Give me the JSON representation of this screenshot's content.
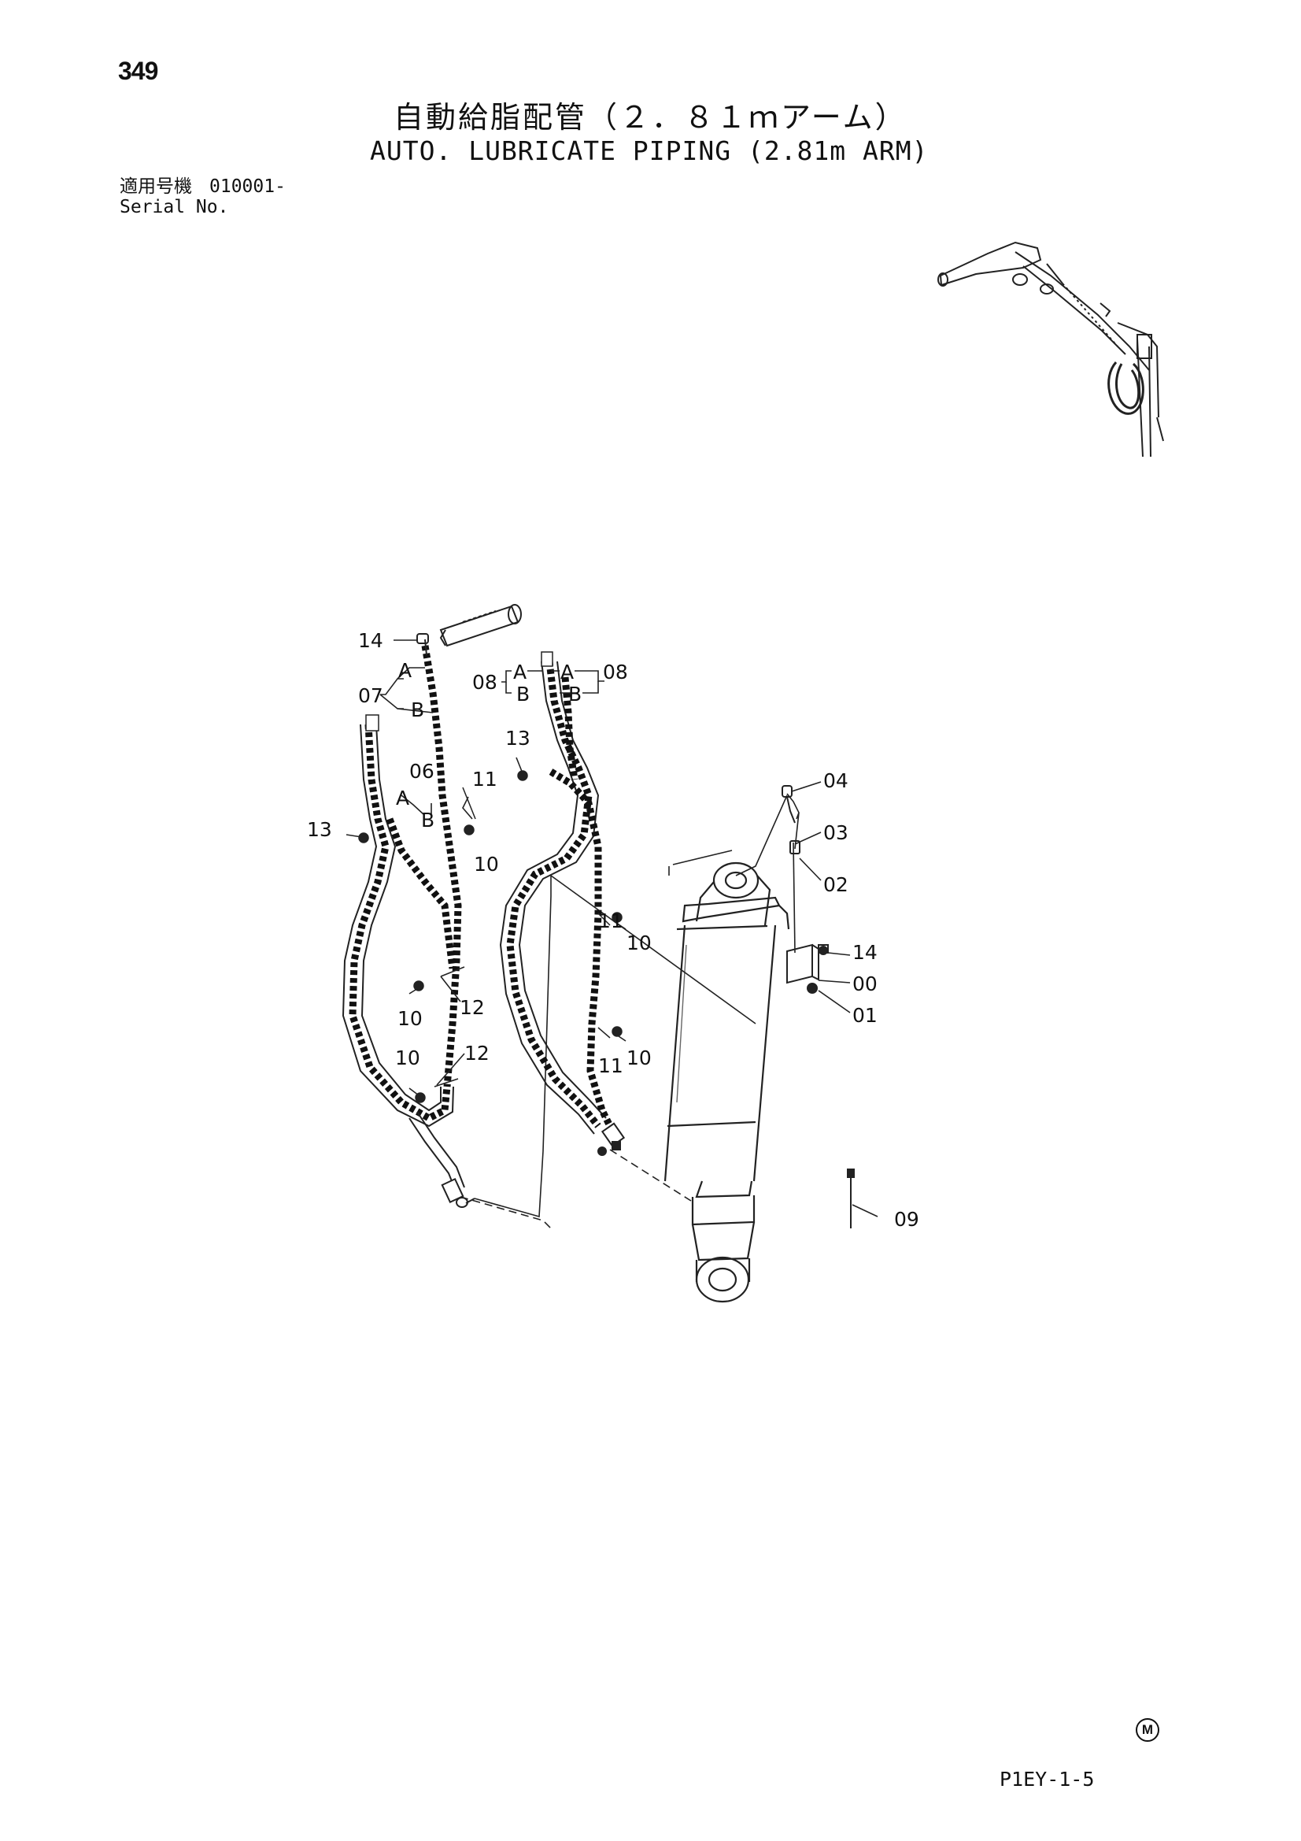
{
  "page": {
    "number": "349",
    "title_jp": "自動給脂配管（２．８１ｍアーム）",
    "title_en": "AUTO. LUBRICATE PIPING (2.81m ARM)",
    "serial_label_jp": "適用号機",
    "serial_value": "010001-",
    "serial_label_en": "Serial No.",
    "drawing_code": "P1EY-1-5",
    "stamp": "M"
  },
  "part_callouts": {
    "p14a": "14",
    "p07": "07",
    "p07A": "A",
    "p07B": "B",
    "p08L": "08",
    "p08R": "08",
    "p08A1": "A",
    "p08A2": "A",
    "p08B1": "B",
    "p08B2": "B",
    "p13a": "13",
    "p13b": "13",
    "p06": "06",
    "p06A": "A",
    "p06B": "B",
    "p11a": "11",
    "p10a": "10",
    "p04": "04",
    "p03": "03",
    "p02": "02",
    "p11b": "11",
    "p10b": "10",
    "p14b": "14",
    "p00": "00",
    "p01": "01",
    "p10c": "10",
    "p12a": "12",
    "p10d": "10",
    "p12b": "12",
    "p11c": "11",
    "p10e": "10",
    "p09": "09"
  }
}
